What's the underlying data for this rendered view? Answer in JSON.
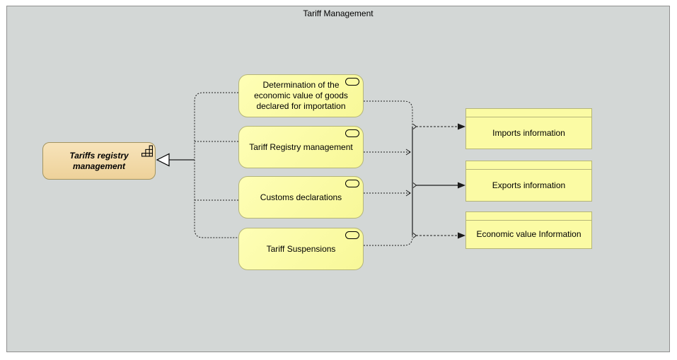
{
  "diagram": {
    "title": "Tariff Management",
    "source_node": {
      "label": "Tariffs registry management",
      "icon": "steps-grid-icon"
    },
    "function_nodes": [
      {
        "label": "Determination of the economic value of goods declared for importation",
        "icon": "service-oval-icon"
      },
      {
        "label": "Tariff Registry management",
        "icon": "service-oval-icon"
      },
      {
        "label": "Customs declarations",
        "icon": "service-oval-icon"
      },
      {
        "label": "Tariff Suspensions",
        "icon": "service-oval-icon"
      }
    ],
    "object_nodes": [
      {
        "label": "Imports information"
      },
      {
        "label": "Exports information"
      },
      {
        "label": "Economic value Information"
      }
    ],
    "colors": {
      "frame_background": "#d3d7d6",
      "frame_border": "#8f8f8f",
      "source_fill": "#f3daa6",
      "source_border": "#a3945f",
      "node_fill": "#fbfba4",
      "node_border": "#b5b578",
      "line": "#1c1c1c",
      "text": "#000000"
    }
  }
}
